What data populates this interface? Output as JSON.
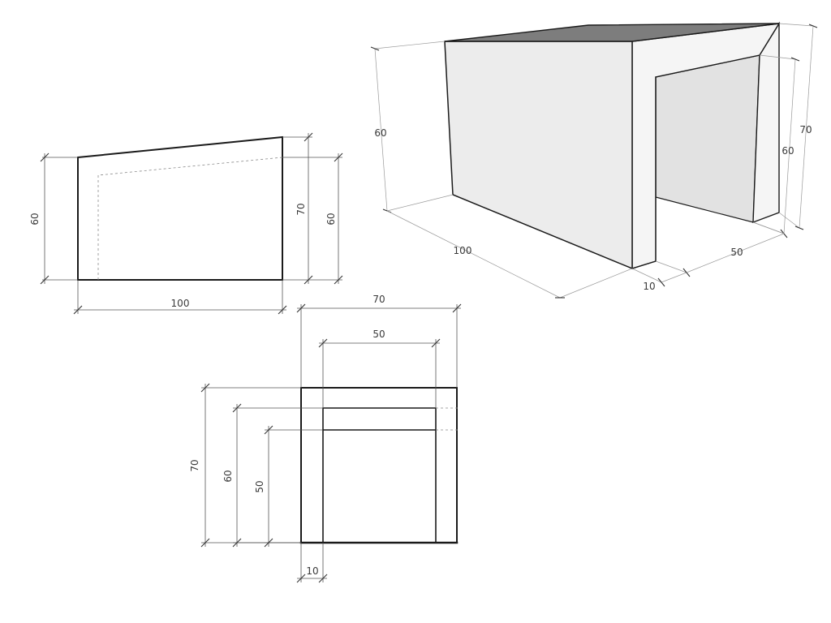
{
  "colors": {
    "roof": "#7d7d7d",
    "front_face": "#ececec",
    "side_face": "#f5f5f5",
    "inner_face": "#e2e2e2",
    "edge": "#1a1a1a"
  },
  "side_view": {
    "height_left": "60",
    "height_right_outer": "70",
    "height_right_inner": "60",
    "width": "100"
  },
  "front_view": {
    "outer_width": "70",
    "inner_width": "50",
    "outer_height": "70",
    "mid_height": "60",
    "inner_height": "50",
    "wall_thickness": "10"
  },
  "iso_view": {
    "height_left": "60",
    "height_right_outer": "70",
    "height_right_inner": "60",
    "length": "100",
    "opening_width": "50",
    "wall_thickness": "10"
  }
}
